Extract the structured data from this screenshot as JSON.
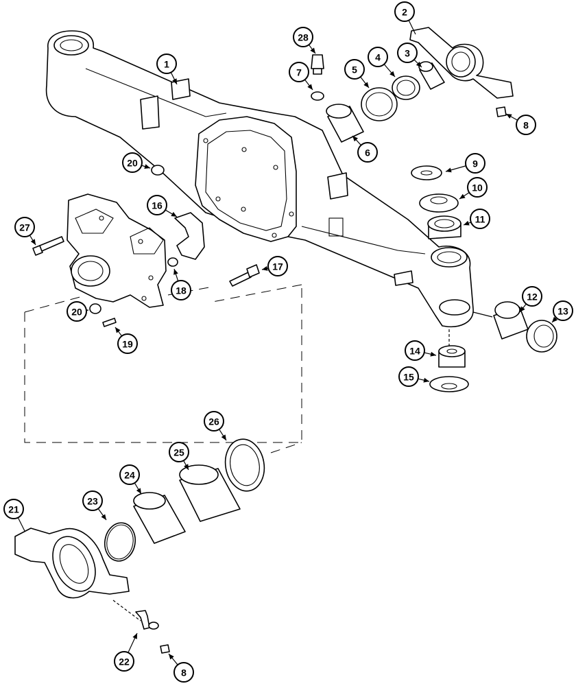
{
  "callouts": [
    {
      "id": "1",
      "text": "1"
    },
    {
      "id": "2",
      "text": "2"
    },
    {
      "id": "3",
      "text": "3"
    },
    {
      "id": "4",
      "text": "4"
    },
    {
      "id": "5",
      "text": "5"
    },
    {
      "id": "6",
      "text": "6"
    },
    {
      "id": "7",
      "text": "7"
    },
    {
      "id": "8a",
      "text": "8"
    },
    {
      "id": "8b",
      "text": "8"
    },
    {
      "id": "9",
      "text": "9"
    },
    {
      "id": "10",
      "text": "10"
    },
    {
      "id": "11",
      "text": "11"
    },
    {
      "id": "12",
      "text": "12"
    },
    {
      "id": "13",
      "text": "13"
    },
    {
      "id": "14",
      "text": "14"
    },
    {
      "id": "15",
      "text": "15"
    },
    {
      "id": "16",
      "text": "16"
    },
    {
      "id": "17",
      "text": "17"
    },
    {
      "id": "18",
      "text": "18"
    },
    {
      "id": "19",
      "text": "19"
    },
    {
      "id": "20a",
      "text": "20"
    },
    {
      "id": "20b",
      "text": "20"
    },
    {
      "id": "21",
      "text": "21"
    },
    {
      "id": "22",
      "text": "22"
    },
    {
      "id": "23",
      "text": "23"
    },
    {
      "id": "24",
      "text": "24"
    },
    {
      "id": "25",
      "text": "25"
    },
    {
      "id": "26",
      "text": "26"
    },
    {
      "id": "27",
      "text": "27"
    },
    {
      "id": "28",
      "text": "28"
    }
  ]
}
